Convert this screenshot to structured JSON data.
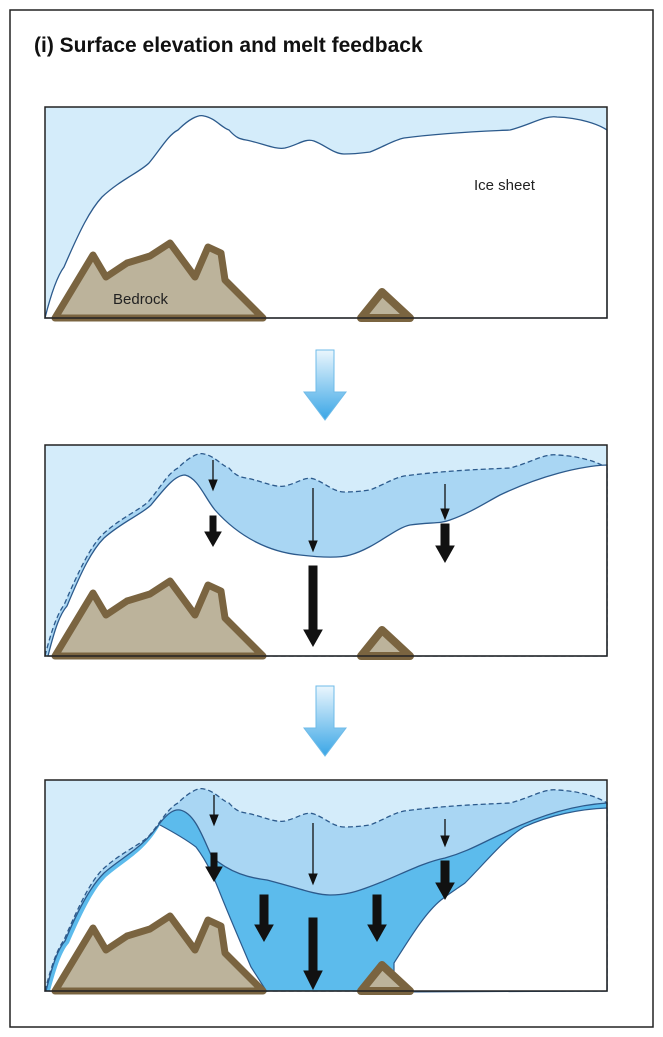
{
  "title": "(i) Surface elevation and melt feedback",
  "labels": {
    "ice_sheet": "Ice sheet",
    "bedrock": "Bedrock"
  },
  "colors": {
    "sky": "#d4ecfa",
    "ice_line": "#2c5a8c",
    "melt_light": "#a9d6f3",
    "melt_dark": "#5cbbec",
    "bedrock_fill": "#bcb39b",
    "bedrock_edge": "#7a6440",
    "arrow": "#111111"
  }
}
